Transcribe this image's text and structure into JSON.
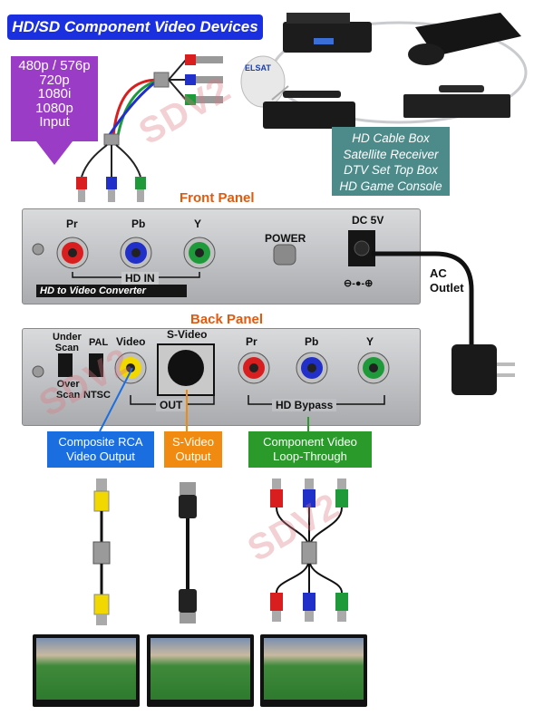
{
  "header": {
    "title": "HD/SD Component Video Devices"
  },
  "input": {
    "lines": [
      "480p / 576p",
      "720p",
      "1080i",
      "1080p",
      "Input"
    ]
  },
  "devices": {
    "lines": [
      "HD Cable Box",
      "Satellite Receiver",
      "DTV Set Top Box",
      "HD Game Console"
    ],
    "satellite_brand": "ELSAT"
  },
  "front_panel": {
    "title": "Front Panel",
    "jack_labels": [
      "Pr",
      "Pb",
      "Y"
    ],
    "hd_in_label": "HD IN",
    "power_label": "POWER",
    "dc_label": "DC 5V",
    "polarity": "⊖-●-⊕",
    "product_label": "HD to Video Converter"
  },
  "ac": {
    "label_line1": "AC",
    "label_line2": "Outlet"
  },
  "back_panel": {
    "title": "Back Panel",
    "under_scan": [
      "Under",
      "Scan"
    ],
    "over_scan": [
      "Over",
      "Scan"
    ],
    "pal": "PAL",
    "ntsc": "NTSC",
    "video": "Video",
    "svideo": "S-Video",
    "jack_labels": [
      "Pr",
      "Pb",
      "Y"
    ],
    "out_label": "OUT",
    "bypass_label": "HD Bypass"
  },
  "outputs": [
    {
      "line1": "Composite RCA",
      "line2": "Video Output",
      "color": "#1a6ee0"
    },
    {
      "line1": "S-Video",
      "line2": "Output",
      "color": "#f08a10"
    },
    {
      "line1": "Component Video",
      "line2": "Loop-Through",
      "color": "#2a9a2a"
    }
  ],
  "watermark": "SDV2",
  "colors": {
    "pr": "#d81e1e",
    "pb": "#2030c8",
    "y": "#1e9a3a",
    "composite": "#f0d800"
  }
}
